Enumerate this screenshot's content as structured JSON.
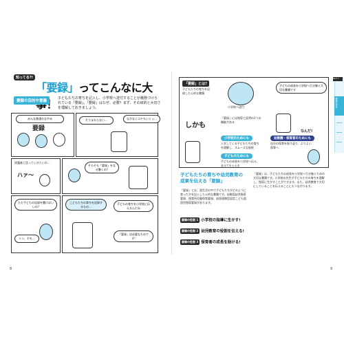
{
  "left_page": {
    "eyebrow": "知ってる?!",
    "title_kw": "「要録」",
    "title_rest": "ってこんなに大事！",
    "subtitle": "要録の目的や意義",
    "intro": "子どもたちの育ちを記入し、小学校へ送付することが義務づけられている「要録」。「要録」はなぜ、必要？まず、その目的と大切さを理解しておきましょう。",
    "panel1_banner": "みんな普通のなやみ",
    "panel1_word": "要録",
    "bubbles": [
      "そうまわらない…",
      "なかなくコドもいくっ…",
      "保護者と話っていきたいの…",
      "そもそも「要録」をなぜ書くの?",
      "ハァ〜",
      "ただ子どもの記録を書けばいいの?",
      "こどもたちの育ちを記録するもの…",
      "子どもの育ちを小学校に伝えるんだね",
      "「要録」は必要なものです!",
      "ミン、それ…"
    ],
    "page_number": "8"
  },
  "right_page": {
    "q_label": "「要録」とは?",
    "q_text": "子どもたちの育ちを記録した公的な書類",
    "hq_note": "小学校へ送付",
    "shikamo": "しかも",
    "desc1": "「要録」には指導と証明の2つの機能がある",
    "desc2": "子どもの成長を小学校へ引き継ぐ大切な書類です",
    "nanda": "なんだ!",
    "pill1": "小学校のためにも",
    "pill2": "幼稚園・保育者のためにも",
    "pill3": "子どものためにも",
    "pill1_text": "入学してくる子どもたちの育ちを理解し、スムーズな接続",
    "pill2_text": "自分の保育を振り返り、よりよい保育へ",
    "pill3_text": "子どもの成長を小学校へ伝え、支えてもらえる",
    "bottom_heading": "子どもたちの育ちや幼児教育の成果を伝える「要録」",
    "body1": "「要録」とは、園生活の中で子どもたちがどのように育ったかを記入した公的な書類です。幼稚園幼児指導要録、保育所児童保育要録、幼保連携型認定こども園園児指導要録があります。",
    "roles": [
      {
        "tag": "要録の役割 1",
        "text": "小学校の指導に生かす!"
      },
      {
        "tag": "要録の役割 2",
        "text": "幼児教育の役割を伝える!"
      },
      {
        "tag": "要録の役割 3",
        "text": "保育者の成長を助ける!"
      }
    ],
    "body2": "「要録」は、子どもたちの成長を小学校へ引き継ぐための大切な書類です。小学校の先生が子どもたちの育ちを理解し、指導に生かすことができます。また、幼児教育で大切にしていることを伝えることにもつながります。",
    "page_number": "9"
  },
  "side_tab": {
    "label": "Part 1",
    "selected": "要録の基本"
  },
  "colors": {
    "accent": "#38b4d8",
    "title_blue": "#1d9fd1",
    "navy": "#2c3e91"
  }
}
